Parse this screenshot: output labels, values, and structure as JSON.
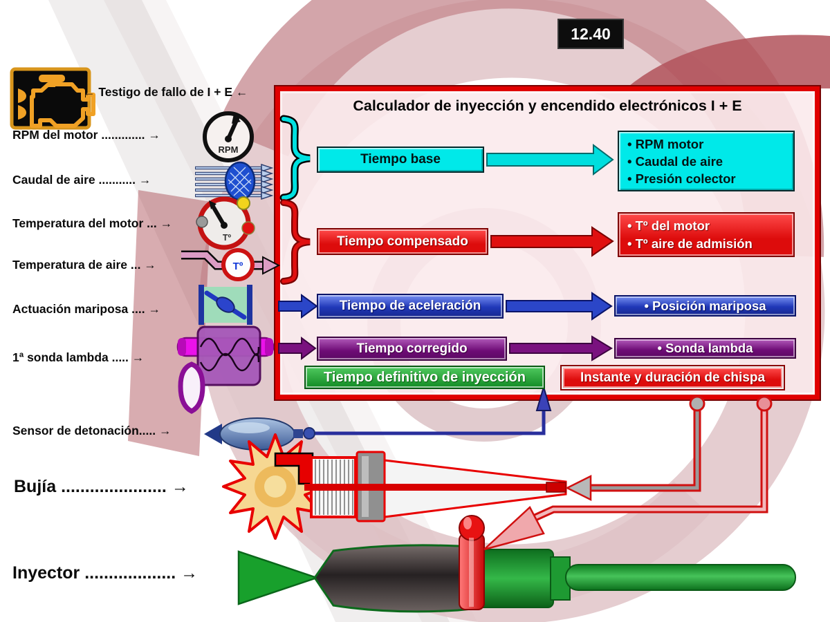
{
  "figure_ref": "12.40",
  "colors": {
    "frame_border": "#e00000",
    "cyan": "#00e6e6",
    "red": "#e51212",
    "blue": "#2b46c8",
    "purple": "#7a127f",
    "green": "#1fa33c",
    "warning_lamp_orange": "#f0a125"
  },
  "sensors": {
    "testigo": "← Testigo de fallo de I + E ←",
    "rpm": "RPM del motor ............. →",
    "caudal": "Caudal de aire ........... →",
    "temp_motor": "Temperatura del motor ... →",
    "temp_aire": "Temperatura de aire ... →",
    "mariposa": "Actuación mariposa .... →",
    "sonda": "1ª sonda lambda ..... →",
    "detonacion": "Sensor de detonación..... →",
    "bujia": "Bujía ...................... →",
    "inyector": "Inyector ................... →"
  },
  "calculator": {
    "title": "Calculador de inyección y encendido electrónicos I + E",
    "rows": [
      {
        "input": "Tiempo base",
        "outputs": [
          "• RPM motor",
          "• Caudal de aire",
          "• Presión colector"
        ]
      },
      {
        "input": "Tiempo compensado",
        "outputs": [
          "• Tº del motor",
          "• Tº aire de admisión"
        ]
      },
      {
        "input": "Tiempo de aceleración",
        "outputs": [
          "• Posición mariposa"
        ]
      },
      {
        "input": "Tiempo corregido",
        "outputs": [
          "• Sonda lambda"
        ]
      }
    ],
    "final_injection": "Tiempo definitivo de inyección",
    "final_spark": "Instante y duración de chispa"
  },
  "icon_labels": {
    "rpm_gauge": "RPM",
    "engine_temp": "Tº",
    "air_temp": "Tº"
  },
  "icons": {
    "engine_warning": "engine-warning-lamp-icon",
    "rpm_gauge": "rpm-gauge-icon",
    "air_flow": "air-flow-meter-icon",
    "engine_temp": "engine-temp-gauge-icon",
    "air_temp": "air-temp-sensor-icon",
    "throttle": "throttle-valve-icon",
    "lambda": "lambda-sensor-icon",
    "knock": "knock-sensor-icon",
    "spark_plug": "spark-plug-illustration",
    "injector": "fuel-injector-illustration"
  }
}
